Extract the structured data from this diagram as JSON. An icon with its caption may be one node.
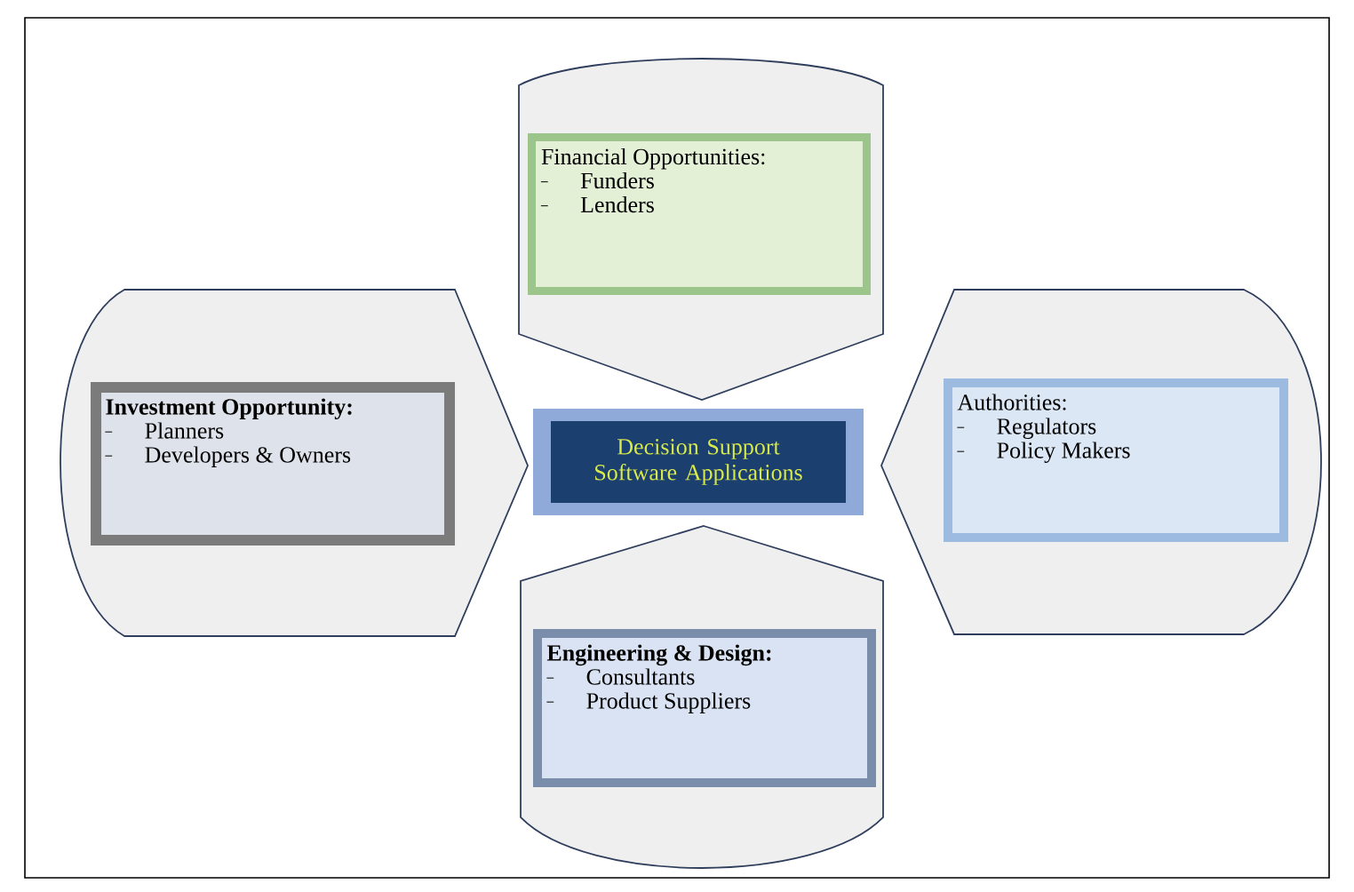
{
  "diagram": {
    "nodes": [
      {
        "text": [],
        "shape": "pentagon"
      },
      {
        "text": [
          "Financial Opportunities:",
          "Funders",
          "Lenders"
        ],
        "in": 0
      },
      {
        "text": [],
        "shape": "pentagon"
      },
      {
        "text": [
          "Investment Opportunity:",
          "Planners",
          "Developers & Owners"
        ],
        "in": 2
      },
      {
        "text": [
          "Decision Support Software Applications"
        ]
      },
      {
        "text": [],
        "shape": "pentagon"
      },
      {
        "text": [
          "Authorities:",
          "Regulators",
          "Policy Makers"
        ],
        "in": 5
      },
      {
        "text": [],
        "shape": "pentagon"
      },
      {
        "text": [
          "Engineering & Design:",
          "Consultants",
          "Product Suppliers"
        ],
        "in": 7
      }
    ]
  }
}
